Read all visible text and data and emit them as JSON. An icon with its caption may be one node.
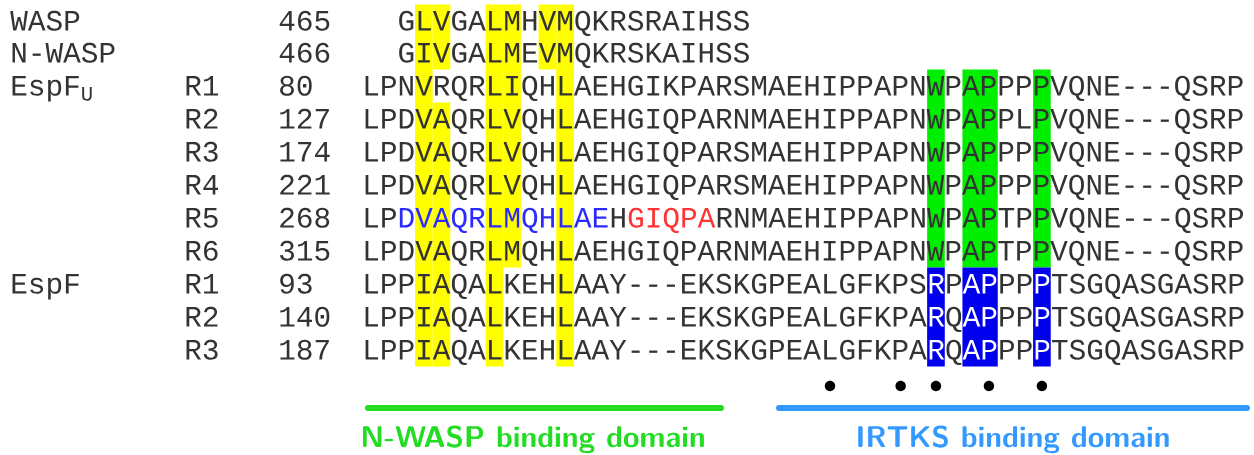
{
  "diagram": {
    "labels": [
      "WASP",
      "465",
      "GLVGALMHVMQKRSRAIHSS",
      "N-WASP",
      "466",
      "GIVGALMEVMQKRSKAIHSS",
      "EspF$_{U}$",
      "R1",
      "80",
      "LPNVRQRLIQHLAEHGIKPARSMAEHIPPAPNWPAPPPPVQNE---QSRP",
      "R2",
      "127",
      "LPDVAQRLVQHLAEHGIQPARNMAEHIPPAPNWPAPPLPVQNE---QSRP",
      "R3",
      "174",
      "LPDVAQRLVQHLAEHGIQPARSMAEHIPPAPNWPAPPPPVQNE---QSRP",
      "R4",
      "221",
      "LPDVAQRLVQHLAEHGIQPARSMAEHIPPAPNWPAPPPPVQNE---QSRP",
      "R5",
      "268",
      "LP",
      "DVAQRLMQHLAE",
      "H",
      "GIQPA",
      "RNMAEHIPPAPNWPAPTPPVQNE---QSRP",
      "R6",
      "315",
      "LPDVAQRLMQHLAEHGIQPARNMAEHIPPAPNWPAPTPPVQNE---QSRP",
      "EspF",
      "R1",
      "93",
      "LPPIAQALKEHLAAY---EKSKGPEALGFKPS",
      "R",
      "P",
      "AP",
      "PP",
      "P",
      "TSGQASGASRP",
      "R2",
      "140",
      "LPPIAQALKEHLAAY---EKSKGPEALGFKPA",
      "R",
      "Q",
      "AP",
      "PP",
      "P",
      "TSGQASGASRP",
      "R3",
      "187",
      "LPPIAQALKEHLAAY---EKSKGPEALGFKPA",
      "R",
      "Q",
      "AP",
      "PP",
      "P",
      "TSGQASGASRP",
      "N-WASP binding domain",
      "IRTKS binding domain"
    ]
  }
}
